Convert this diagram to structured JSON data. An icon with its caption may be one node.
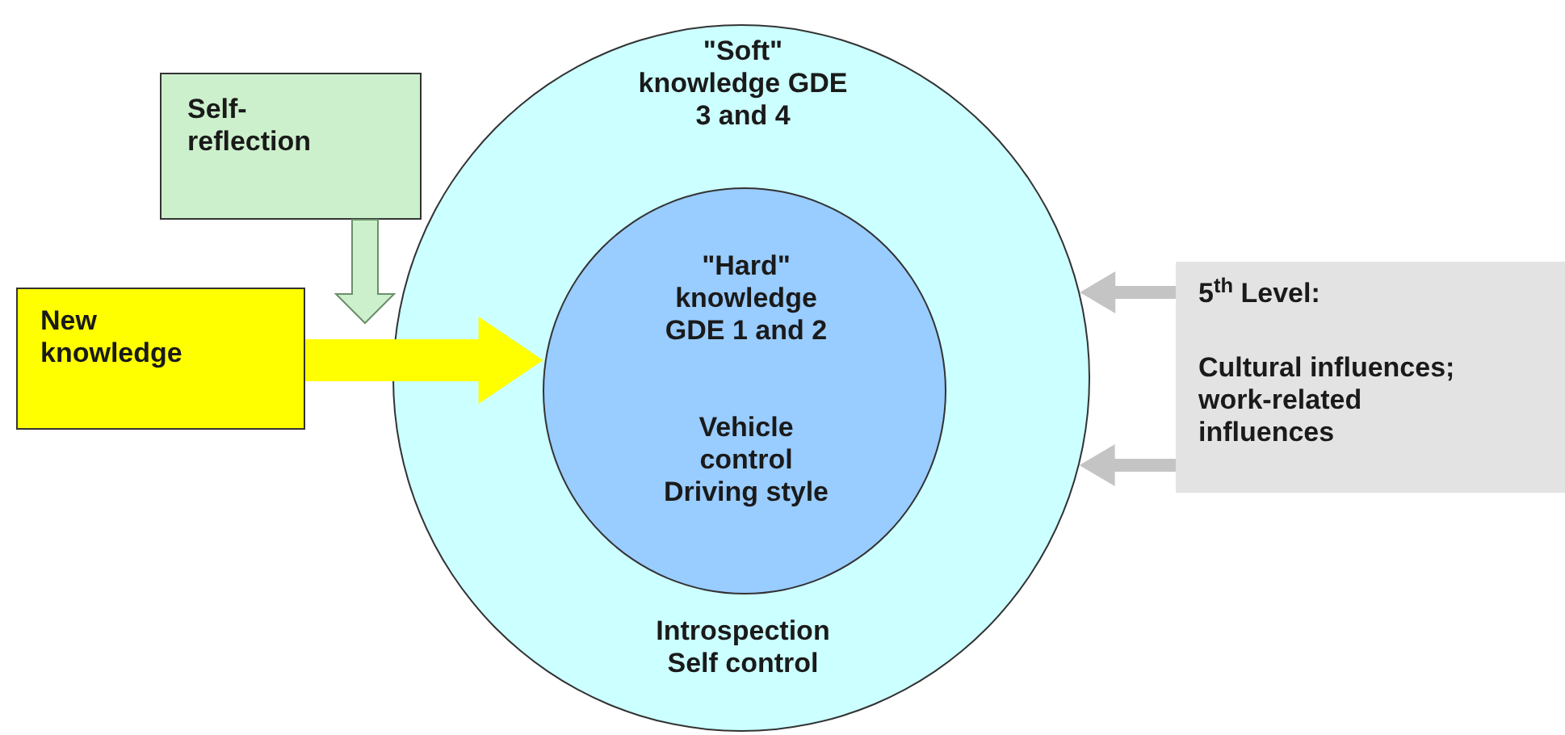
{
  "diagram": {
    "nodes": [
      {
        "text": [
          "\"Soft\" knowledge GDE 3 and 4",
          "Introspection Self control"
        ]
      },
      {
        "text": [
          "\"Hard\" knowledge GDE 1 and 2",
          "Vehicle control Driving style"
        ],
        "in": 0
      },
      {
        "text": [
          "Self- reflection"
        ]
      },
      {
        "text": [
          "New knowledge"
        ]
      },
      {
        "text": [
          "5$^{th}$ Level:",
          "Cultural influences; work-related influences"
        ]
      }
    ],
    "edges": [
      {
        "from": 3,
        "to": 1,
        "arrow": "to",
        "style": "thick",
        "color": "#ffff00"
      },
      {
        "from": 2,
        "to": null,
        "arrow": "to",
        "color": "#ccf0cc"
      },
      {
        "from": 4,
        "to": 0,
        "arrow": "to",
        "color": "#c4c4c4"
      },
      {
        "from": 4,
        "to": 0,
        "arrow": "to",
        "color": "#c4c4c4"
      }
    ]
  }
}
